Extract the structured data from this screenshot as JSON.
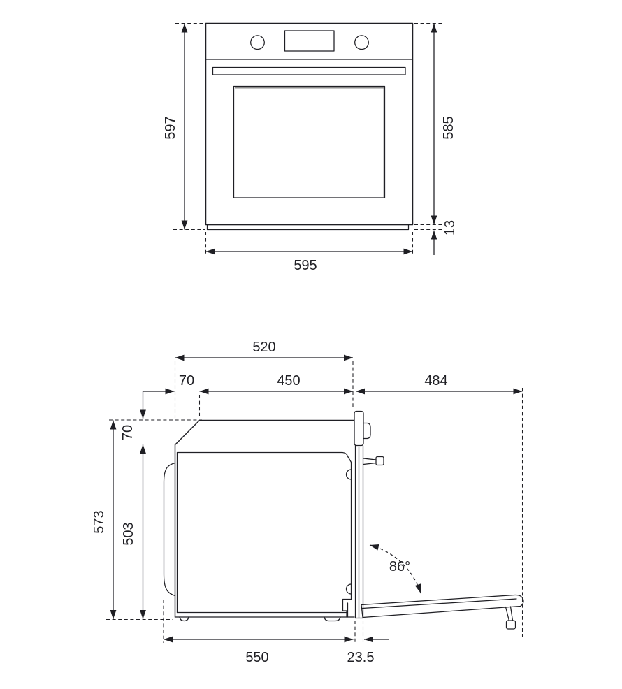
{
  "page": {
    "background": "#ffffff",
    "ink": "#1f1f24"
  },
  "front_view": {
    "dim_labels": {
      "height_overall": "597",
      "height_right": "585",
      "bottom_trim": "13",
      "width": "595"
    }
  },
  "side_view": {
    "dim_labels": {
      "depth_top": "520",
      "front_offset": "70",
      "depth_flat": "450",
      "door_swing": "484",
      "top_recess": "70",
      "height_overall": "573",
      "height_body": "503",
      "door_angle": "86°",
      "depth_body": "550",
      "door_thickness": "23.5"
    }
  }
}
